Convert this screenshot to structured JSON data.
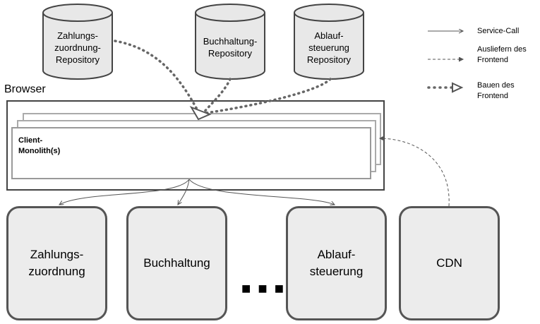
{
  "repositories": [
    {
      "lines": [
        "Zahlungs-",
        "zuordnung-",
        "Repository"
      ]
    },
    {
      "lines": [
        "Buchhaltung-",
        "Repository"
      ]
    },
    {
      "lines": [
        "Ablauf-",
        "steuerung",
        "Repository"
      ]
    }
  ],
  "browser": {
    "label": "Browser",
    "client_lines": [
      "Client-",
      "Monolith(s)"
    ]
  },
  "services": [
    {
      "lines": [
        "Zahlungs-",
        "zuordnung"
      ]
    },
    {
      "lines": [
        "Buchhaltung"
      ]
    },
    {
      "lines": [
        "Ablauf-",
        "steuerung"
      ]
    },
    {
      "lines": [
        "CDN"
      ]
    }
  ],
  "ellipsis": "■ ■ ■",
  "legend": [
    {
      "kind": "service-call",
      "lines": [
        "Service-Call"
      ]
    },
    {
      "kind": "deliver",
      "lines": [
        "Ausliefern des",
        "Frontend"
      ]
    },
    {
      "kind": "build",
      "lines": [
        "Bauen des",
        "Frontend"
      ]
    }
  ]
}
